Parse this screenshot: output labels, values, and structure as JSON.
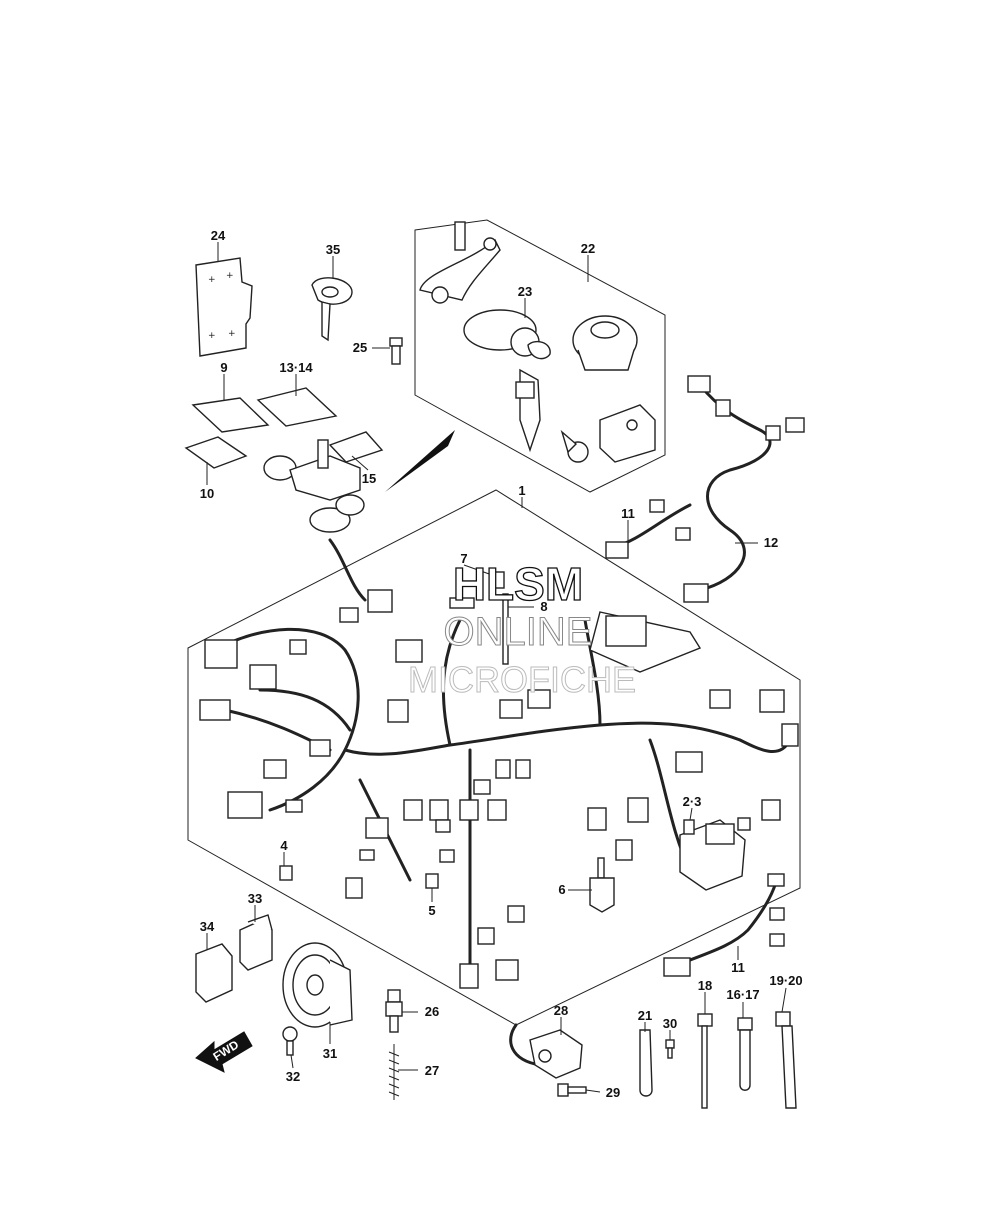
{
  "watermark": {
    "line1": "HLSM",
    "line2": "ONLINE",
    "line3": "MICROFICHE"
  },
  "direction_label": "FWD",
  "callouts": {
    "c1": "1",
    "c2_3": "2·3",
    "c4": "4",
    "c5": "5",
    "c6": "6",
    "c7": "7",
    "c8": "8",
    "c9": "9",
    "c10": "10",
    "c11a": "11",
    "c11b": "11",
    "c12": "12",
    "c13_14": "13·14",
    "c15": "15",
    "c16_17": "16·17",
    "c18": "18",
    "c19_20": "19·20",
    "c21": "21",
    "c22": "22",
    "c23": "23",
    "c24": "24",
    "c25": "25",
    "c26": "26",
    "c27": "27",
    "c28": "28",
    "c29": "29",
    "c30": "30",
    "c31": "31",
    "c32": "32",
    "c33": "33",
    "c34": "34",
    "c35": "35"
  }
}
